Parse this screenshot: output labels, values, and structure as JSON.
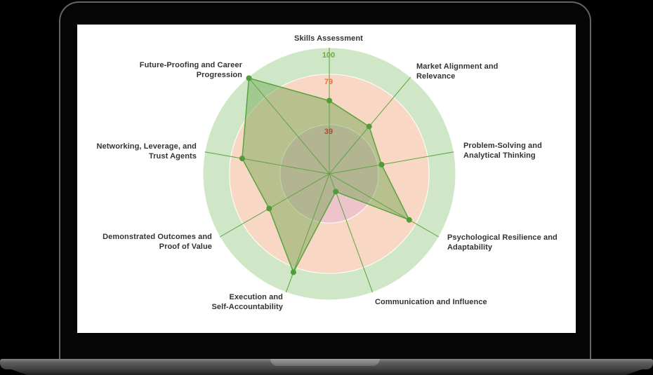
{
  "background_color": "#000000",
  "device": {
    "name": "laptop-mockup",
    "bezel_color": "#050505",
    "frame_border_color": "#646464",
    "screen_background": "#ffffff"
  },
  "chart_data": {
    "type": "radar",
    "axes": [
      {
        "label": "Skills Assessment"
      },
      {
        "label": "Market Alignment and\nRelevance"
      },
      {
        "label": "Problem-Solving and\nAnalytical Thinking"
      },
      {
        "label": "Psychological Resilience and\nAdaptability"
      },
      {
        "label": "Communication and Influence"
      },
      {
        "label": "Execution and\nSelf-Accountability"
      },
      {
        "label": "Demonstrated Outcomes and\nProof of Value"
      },
      {
        "label": "Networking, Leverage, and\nTrust Agents"
      },
      {
        "label": "Future-Proofing and Career\nProgression"
      }
    ],
    "values": [
      58,
      49,
      42,
      73,
      15,
      83,
      55,
      70,
      99
    ],
    "max": 100,
    "axis_range": [
      0,
      100
    ],
    "start_angle_deg": -90,
    "direction": "clockwise",
    "rings": [
      {
        "value": 39,
        "label": "39",
        "fill": "#eec4cc",
        "label_color": "#9e4f3a"
      },
      {
        "value": 79,
        "label": "79",
        "fill": "#f8d7c5",
        "label_color": "#e8703c"
      },
      {
        "value": 100,
        "label": "100",
        "fill": "#cfe7c6",
        "label_color": "#6fa844"
      }
    ],
    "line_color": "#58a33e",
    "fill_color": "rgba(106,165,76,0.45)",
    "dot_color": "#4f9c38",
    "label_color": "#333333",
    "legend": "none",
    "grid": "circular"
  }
}
